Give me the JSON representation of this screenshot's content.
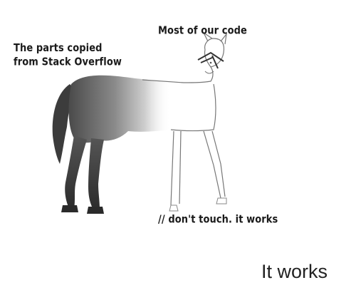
{
  "meme": {
    "label_top": "Most of our code",
    "label_left_line1": "The parts copied",
    "label_left_line2": "from Stack Overflow",
    "label_bottom": "// don't touch. it works"
  },
  "caption": "It works",
  "colors": {
    "background": "#ffffff",
    "text": "#1a1a1a",
    "horse_shading": "#5a5a5a",
    "sketch_line": "#666666"
  },
  "icons": {
    "horse": "half-realistic-half-sketch-horse-drawing"
  }
}
